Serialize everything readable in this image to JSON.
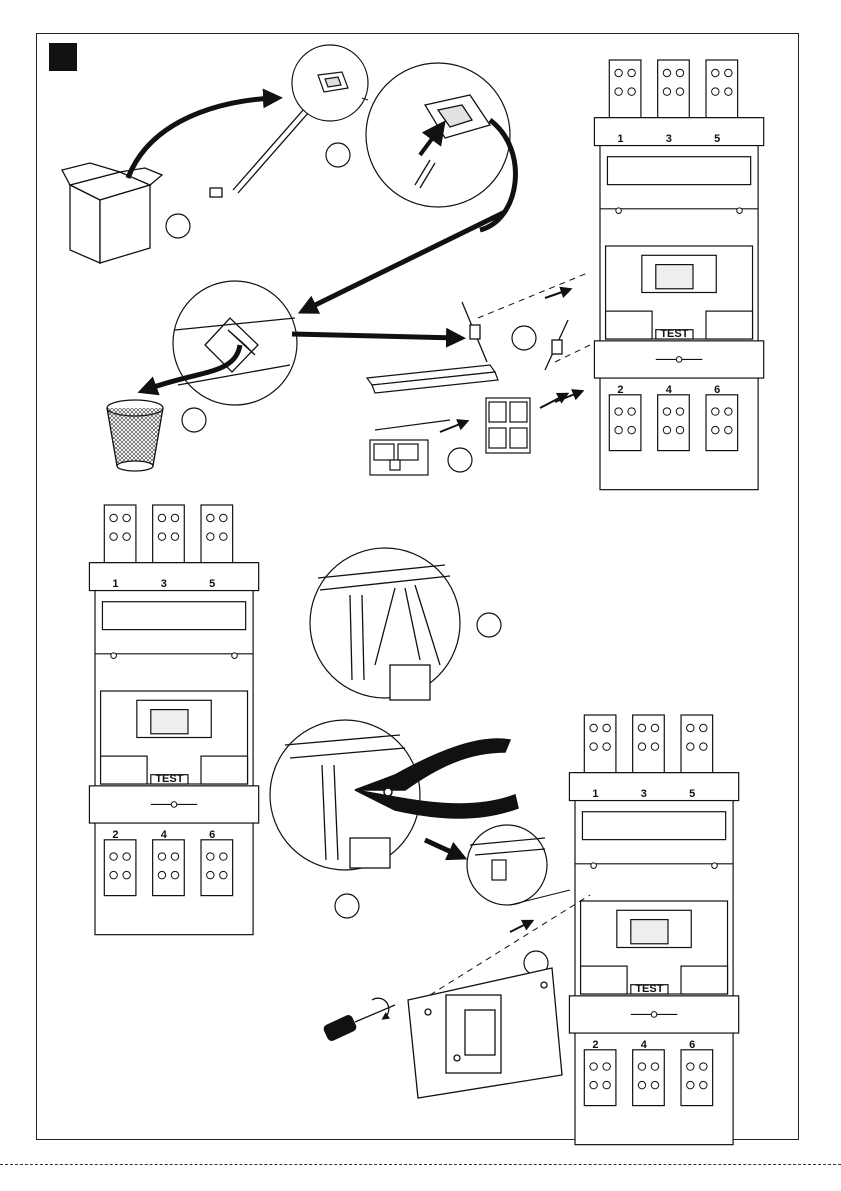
{
  "breaker_top": {
    "line_terminals": [
      "1",
      "3",
      "5"
    ],
    "load_terminals": [
      "2",
      "4",
      "6"
    ],
    "test_label": "TEST"
  },
  "breaker_bottom_left": {
    "line_terminals": [
      "1",
      "3",
      "5"
    ],
    "load_terminals": [
      "2",
      "4",
      "6"
    ],
    "test_label": "TEST"
  },
  "breaker_bottom_right": {
    "line_terminals": [
      "1",
      "3",
      "5"
    ],
    "load_terminals": [
      "2",
      "4",
      "6"
    ],
    "test_label": "TEST"
  },
  "colors": {
    "line": "#111111",
    "marker": "#111111",
    "bin_mesh": "#333333"
  }
}
